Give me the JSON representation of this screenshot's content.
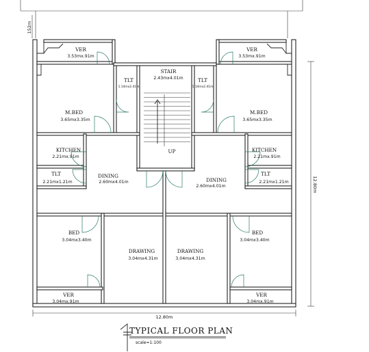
{
  "plan": {
    "dims": {
      "top_offset": "152m",
      "width": "12.80m",
      "height": "12.80m"
    },
    "rooms": {
      "ver_tl": {
        "name": "VER",
        "size": "3.53mx.91m"
      },
      "ver_tr": {
        "name": "VER",
        "size": "3.53mx.91m"
      },
      "stair": {
        "name": "STAIR",
        "size": "2.43mx4.01m",
        "up": "UP"
      },
      "tlt_tl": {
        "name": "TLT",
        "size": "1.14mx2.41m"
      },
      "tlt_tr": {
        "name": "TLT",
        "size": "1.14mx2.41m"
      },
      "mbed_l": {
        "name": "M.BED",
        "size": "3.65mx3.35m"
      },
      "mbed_r": {
        "name": "M.BED",
        "size": "3.65mx3.35m"
      },
      "kitchen_l": {
        "name": "KITCHEN",
        "size": "2.21mx.91m"
      },
      "kitchen_r": {
        "name": "KITCHEN",
        "size": "2.21mx.91m"
      },
      "tlt_ml": {
        "name": "TLT",
        "size": "2.21mx1.21m"
      },
      "tlt_mr": {
        "name": "TLT",
        "size": "2.21mx1.21m"
      },
      "dining_l": {
        "name": "DINING",
        "size": "2.60mx4.01m"
      },
      "dining_r": {
        "name": "DINING",
        "size": "2.60mx4.01m"
      },
      "bed_l": {
        "name": "BED",
        "size": "3.04mx3.40m"
      },
      "bed_r": {
        "name": "BED",
        "size": "3.04mx3.40m"
      },
      "drawing_l": {
        "name": "DRAWING",
        "size": "3.04mx4.31m"
      },
      "drawing_r": {
        "name": "DRAWING",
        "size": "3.04mx4.31m"
      },
      "ver_bl": {
        "name": "VER",
        "size": "3.04mx.91m"
      },
      "ver_br": {
        "name": "VER",
        "size": "3.04mx.91m"
      }
    },
    "title": "TYPICAL FLOOR PLAN",
    "scale": "scale=1:100"
  }
}
